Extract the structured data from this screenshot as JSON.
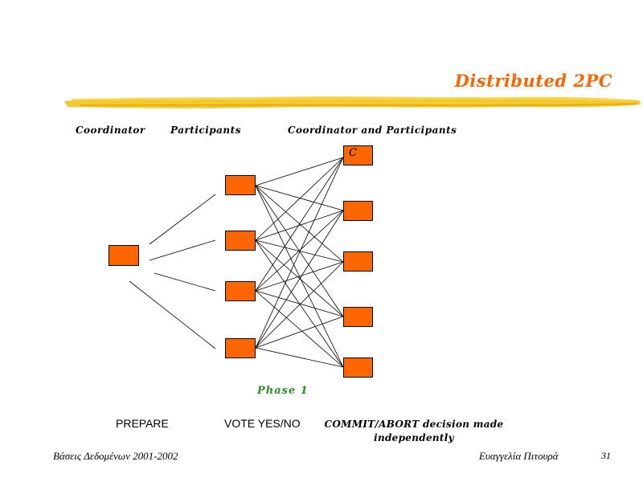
{
  "slide": {
    "title": "Distributed 2PC",
    "accent_color": "#ff6600",
    "brush_color": "#f2c318"
  },
  "columns": {
    "coordinator": "Coordinator",
    "participants": "Participants",
    "both": "Coordinator and Participants"
  },
  "diagram": {
    "node_color": "#ff6600",
    "coordinator_node_label": "C",
    "phase_label": "Phase 1",
    "phase_color": "#2e8b2e"
  },
  "steps": {
    "prepare": "PREPARE",
    "vote": "VOTE YES/NO",
    "decision_line1": "COMMIT/ABORT decision made",
    "decision_line2": "independently"
  },
  "footer": {
    "course": "Βάσεις Δεδομένων 2001-2002",
    "author": "Ευαγγελία  Πιτουρά",
    "page": "31"
  }
}
